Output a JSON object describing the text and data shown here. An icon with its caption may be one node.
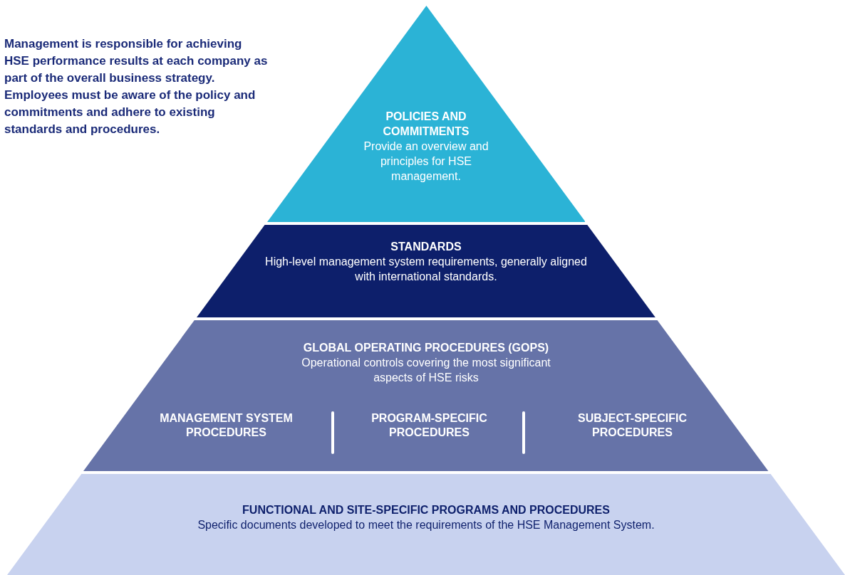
{
  "diagram": {
    "nodes": [
      {
        "text": [
          "POLICIES AND COMMITMENTS",
          "Provide an overview and principles for HSE management."
        ]
      },
      {
        "text": [
          "STANDARDS",
          "High-level management system requirements, generally aligned with international standards."
        ]
      },
      {
        "text": [
          "GLOBAL OPERATING PROCEDURES (GOPS)",
          "Operational controls covering the most significant aspects of HSE risks"
        ]
      },
      {
        "text": [
          "FUNCTIONAL AND SITE-SPECIFIC PROGRAMS AND PROCEDURES",
          "Specific documents developed to meet the requirements of the HSE Management System."
        ]
      }
    ],
    "labels": [
      "Management is responsible for achieving HSE performance results at each company as part of the overall business strategy. Employees must be aware of the policy and commitments and adhere to existing standards and procedures.",
      "MANAGEMENT SYSTEM PROCEDURES",
      "PROGRAM-SPECIFIC PROCEDURES",
      "SUBJECT-SPECIFIC PROCEDURES"
    ]
  }
}
